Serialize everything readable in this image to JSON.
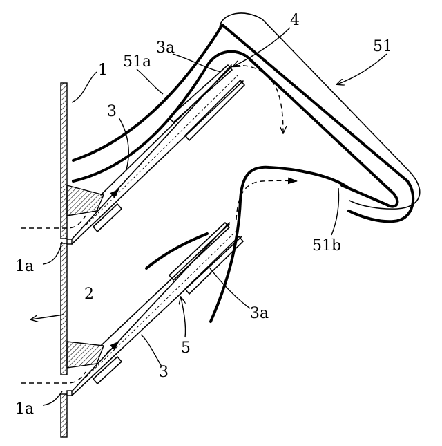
{
  "labels": {
    "wall": "1",
    "vent_upper": "1a",
    "vent_lower": "1a",
    "flow_out": "2",
    "fin_upper": "3",
    "fin_lower": "3",
    "fin_end_upper": "3a",
    "fin_end_lower": "3a",
    "flow_entry": "4",
    "passage": "5",
    "cover": "51",
    "cover_upper_wall": "51a",
    "cover_lower_wall": "51b"
  }
}
